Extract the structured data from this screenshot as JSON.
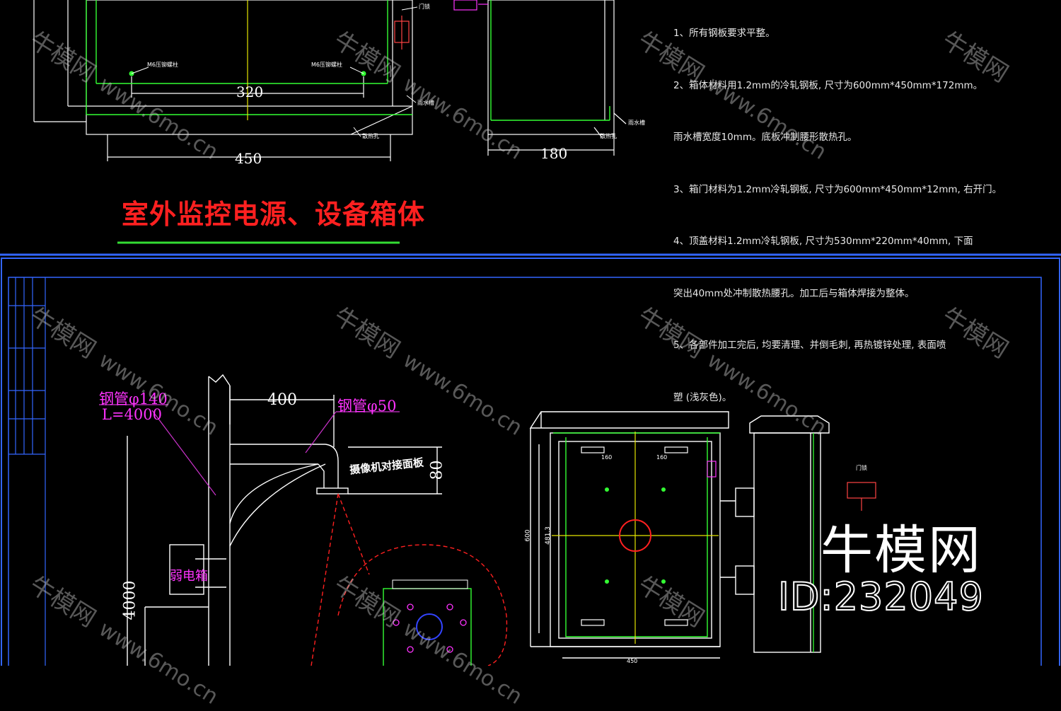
{
  "top_section": {
    "notes": [
      "1、所有钢板要求平整。",
      "2、箱体材料用1.2mm的冷轧钢板, 尺寸为600mm*450mm*172mm。",
      "雨水槽宽度10mm。底板冲制腰形散热孔。",
      "3、箱门材料为1.2mm冷轧钢板, 尺寸为600mm*450mm*12mm, 右开门。",
      "4、顶盖材料1.2mm冷轧钢板, 尺寸为530mm*220mm*40mm, 下面",
      "突出40mm处冲制散热腰孔。加工后与箱体焊接为整体。",
      "5、各部件加工完后, 均要清理、并倒毛刺, 再热镀锌处理, 表面喷",
      "塑 (浅灰色)。"
    ],
    "dims": {
      "inner_width": "320",
      "outer_width": "450",
      "side_width": "180"
    },
    "labels": {
      "screw_left": "M6压铆螺柱",
      "screw_right": "M6压铆螺柱",
      "door_lock": "门锁",
      "rain_slot": "雨水槽",
      "base_plate": "散热孔",
      "side_slot": "雨水槽",
      "side_hole": "散热孔"
    },
    "title": "室外监控电源、设备箱体"
  },
  "bottom_section": {
    "pole_label": "钢管φ140",
    "pole_length": "L=4000",
    "arm_label": "钢管φ50",
    "arm_length": "400",
    "camera_flange": "摄像机对接面板",
    "flange_height": "80",
    "height": "4000",
    "box_label": "弱电箱",
    "front_dims": {
      "height_outer": "600",
      "height_inner": "481.3",
      "half_left": "160",
      "half_right": "160",
      "width": "450"
    },
    "side_label": "门锁"
  },
  "watermark": {
    "brand": "牛模网",
    "site": "www.6mo.cn",
    "big_brand": "牛模网",
    "id": "ID:232049"
  },
  "colors": {
    "background": "#000000",
    "line": "#ffffff",
    "accent_green": "#33ff33",
    "accent_yellow": "#e6e600",
    "title_red": "#ff2020",
    "magenta": "#ff33ff",
    "frame_blue": "#3366ff"
  }
}
